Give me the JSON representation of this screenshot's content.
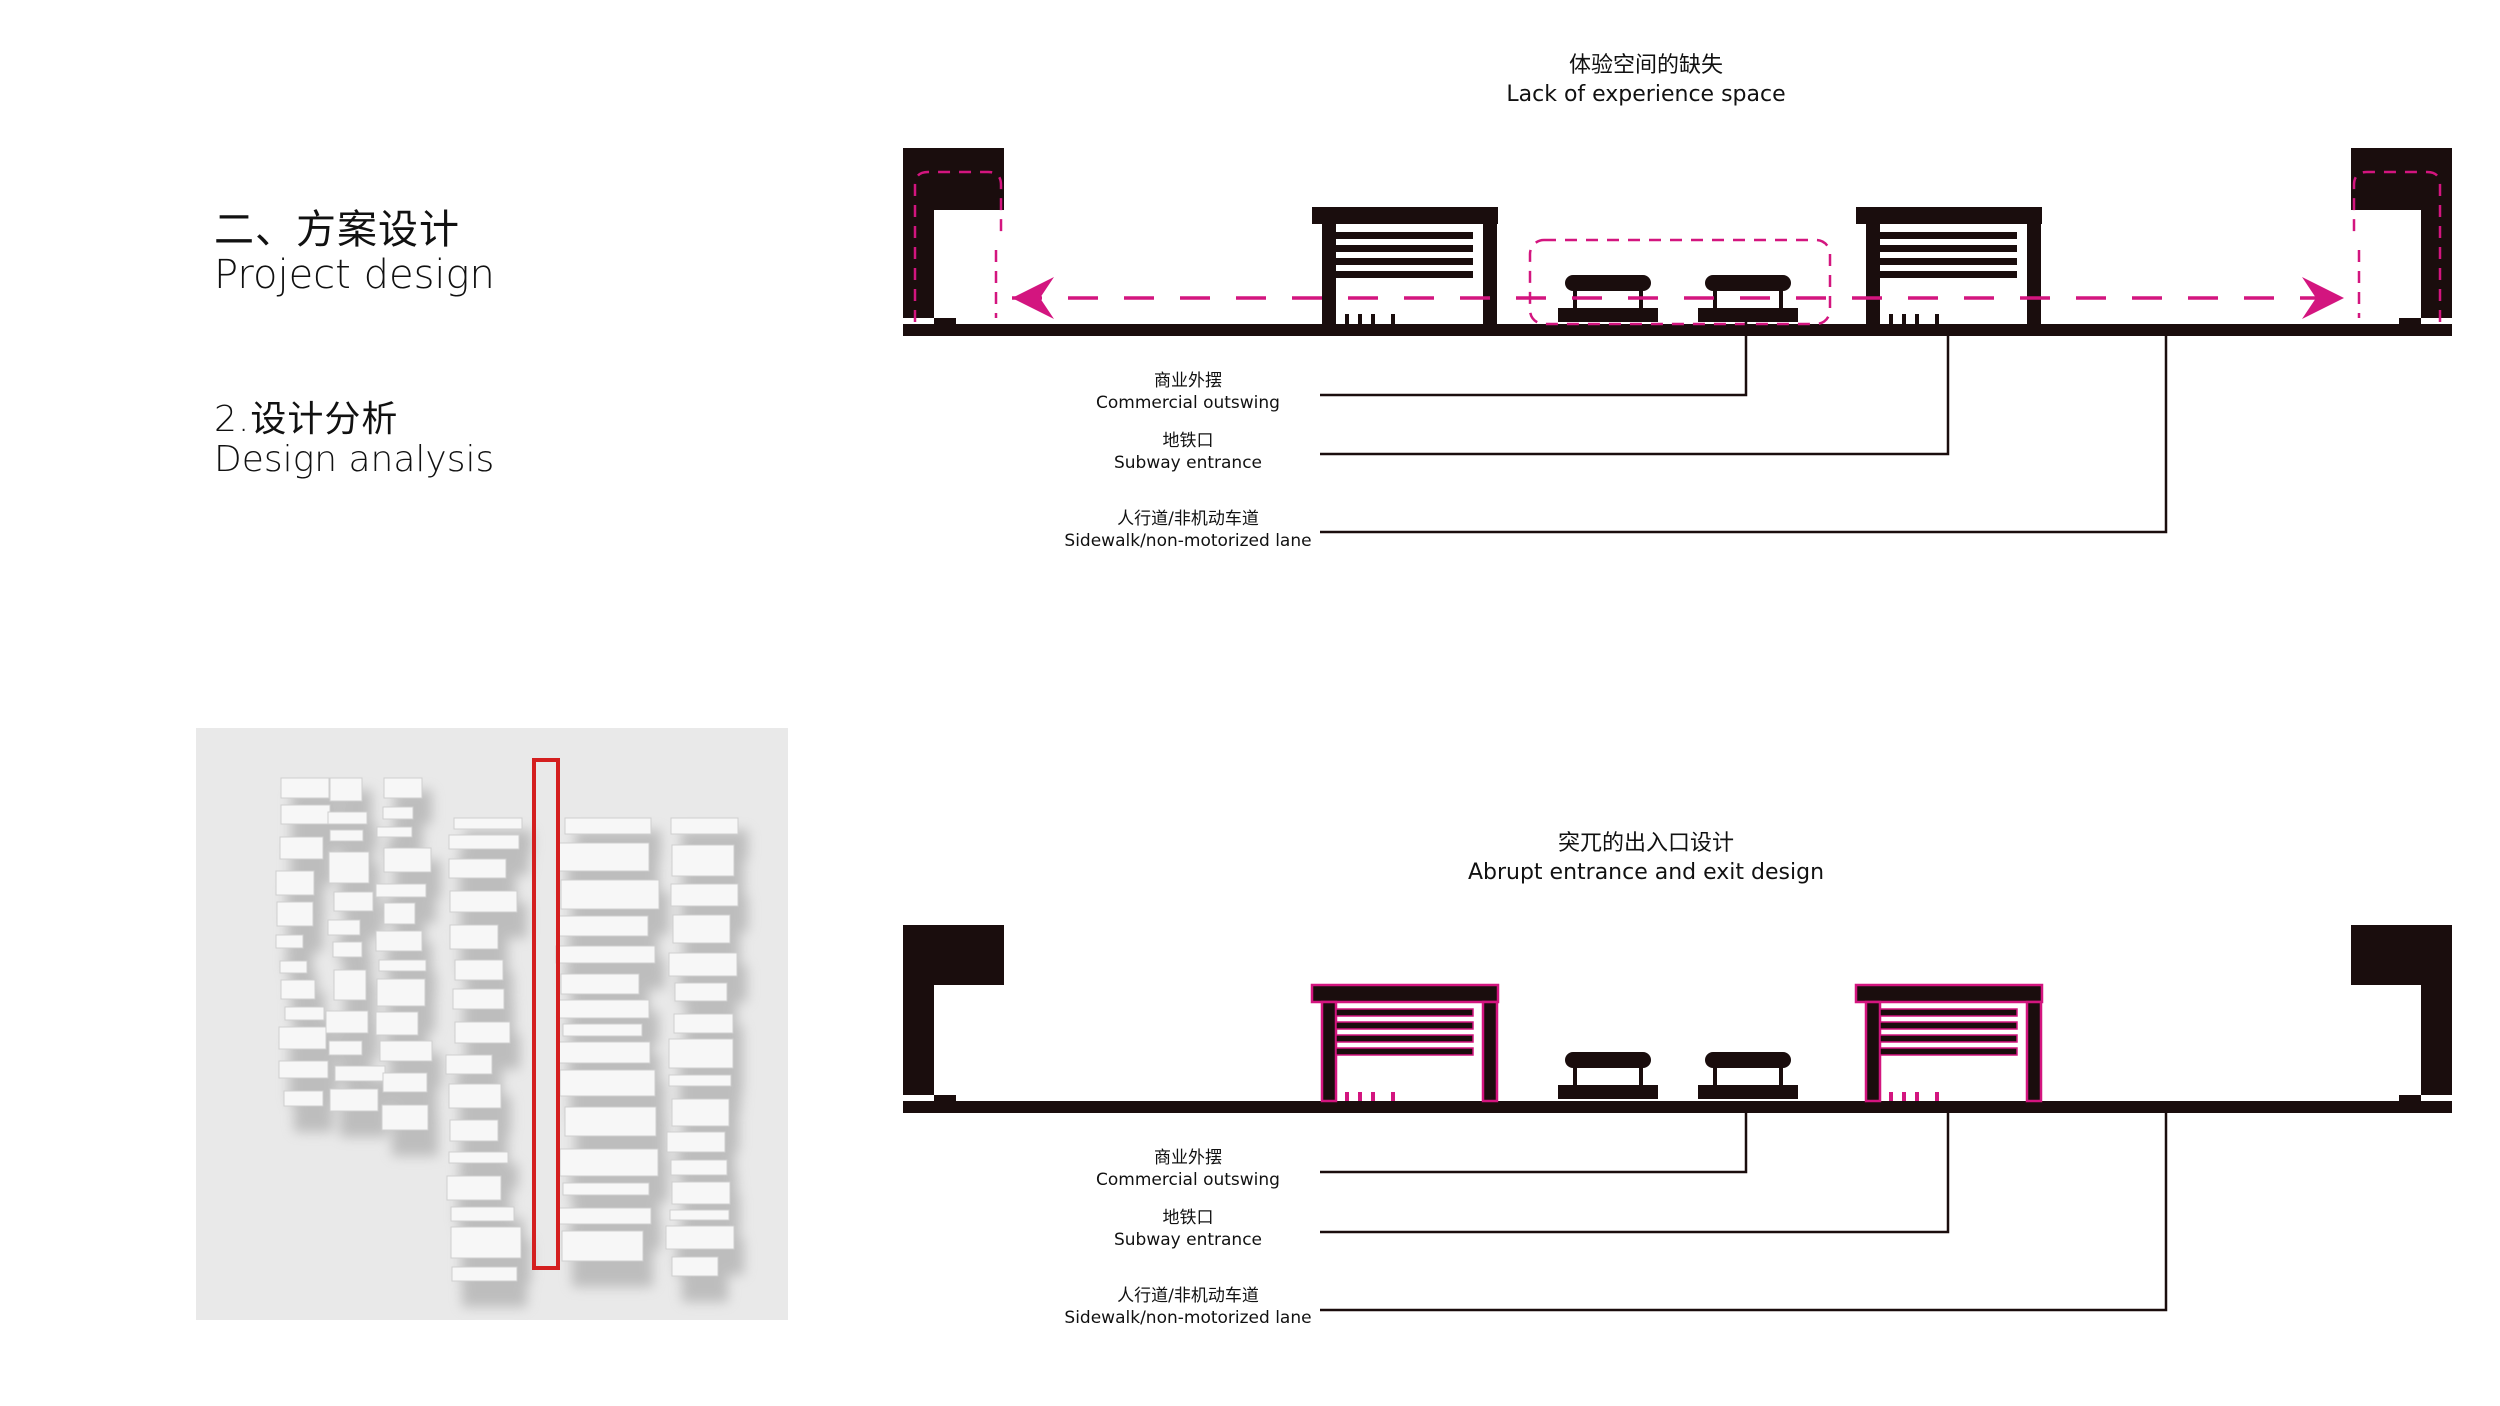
{
  "section": {
    "title_zh": "二、方案设计",
    "title_en": "Project design"
  },
  "subsection": {
    "title_zh": "2.设计分析",
    "title_en": "Design analysis"
  },
  "diagram_top": {
    "title_zh": "体验空间的缺失",
    "title_en": "Lack of experience space",
    "labels": [
      {
        "zh": "商业外摆",
        "en": "Commercial outswing"
      },
      {
        "zh": "地铁口",
        "en": "Subway entrance"
      },
      {
        "zh": "人行道/非机动车道",
        "en": "Sidewalk/non-motorized lane"
      }
    ]
  },
  "diagram_bottom": {
    "title_zh": "突兀的出入口设计",
    "title_en": "Abrupt entrance and exit design",
    "labels": [
      {
        "zh": "商业外摆",
        "en": "Commercial outswing"
      },
      {
        "zh": "地铁口",
        "en": "Subway entrance"
      },
      {
        "zh": "人行道/非机动车道",
        "en": "Sidewalk/non-motorized lane"
      }
    ]
  },
  "colors": {
    "structure": "#1a0d0d",
    "highlight": "#d3157f",
    "site_marker": "#d41f1f",
    "map_background": "#eaeaea"
  }
}
